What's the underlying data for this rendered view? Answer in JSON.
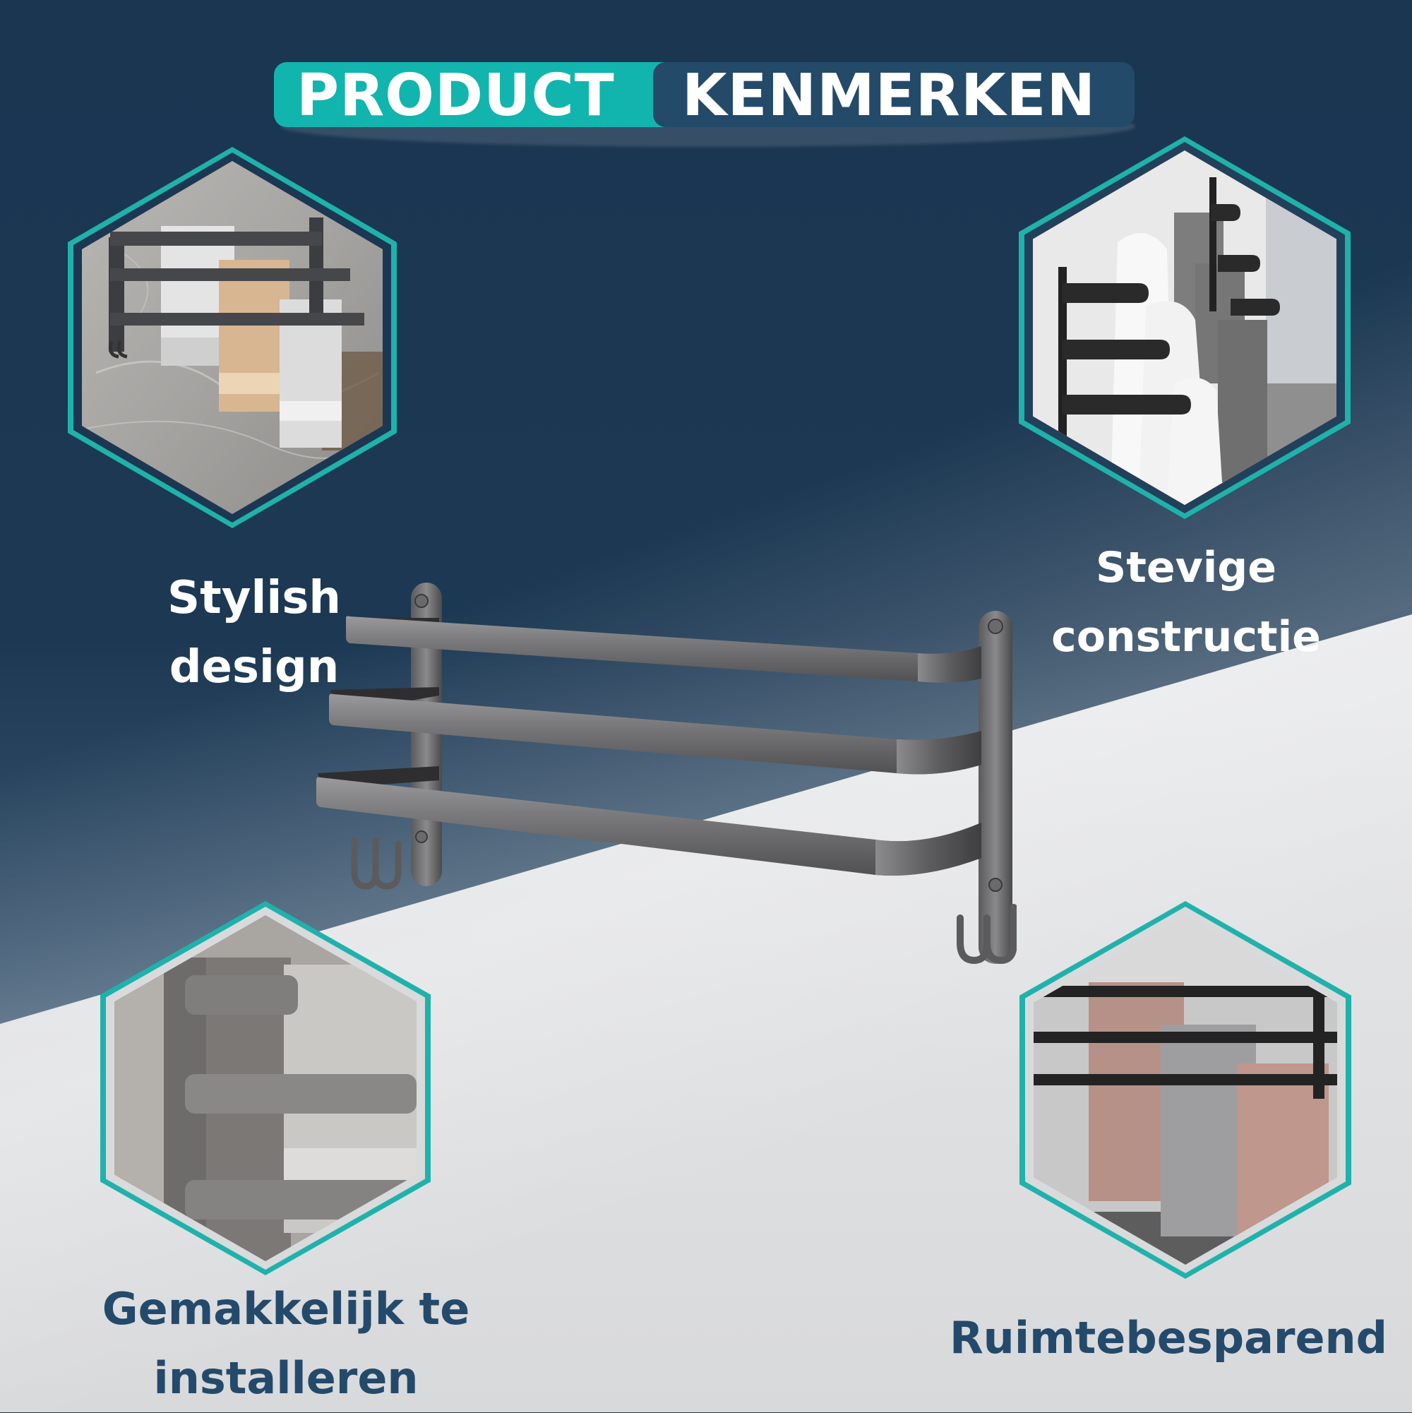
{
  "title": {
    "part1": "PRODUCT",
    "part2": "KENMERKEN"
  },
  "features": [
    {
      "id": "top-left",
      "line1": "Stylish",
      "line2": "design",
      "image": "three-bar towel rack with grey and beige towels on marble wall"
    },
    {
      "id": "top-right",
      "line1": "Stevige",
      "line2": "constructie",
      "image": "black towel rack side view with white and grey towels"
    },
    {
      "id": "bottom-left",
      "line1": "Gemakkelijk te",
      "line2": "installeren",
      "image": "close-up of gunmetal rack bars with grey towel"
    },
    {
      "id": "bottom-right",
      "line1": "Ruimtebesparend",
      "line2": "",
      "image": "black rack with pink and grey waffle towels"
    }
  ],
  "product": {
    "name": "3-tier wall-mounted towel rack with hooks",
    "bars": 3,
    "hooks": 4
  },
  "colors": {
    "navy_bg": "#1c3752",
    "light_bg": "#e4e5e7",
    "teal": "#12b5ad",
    "hex_border": "#1fb2ab",
    "title_navy": "#244a69",
    "dark_label": "#244a6b",
    "light_label": "#ffffff",
    "metal": "#6e6e70"
  }
}
